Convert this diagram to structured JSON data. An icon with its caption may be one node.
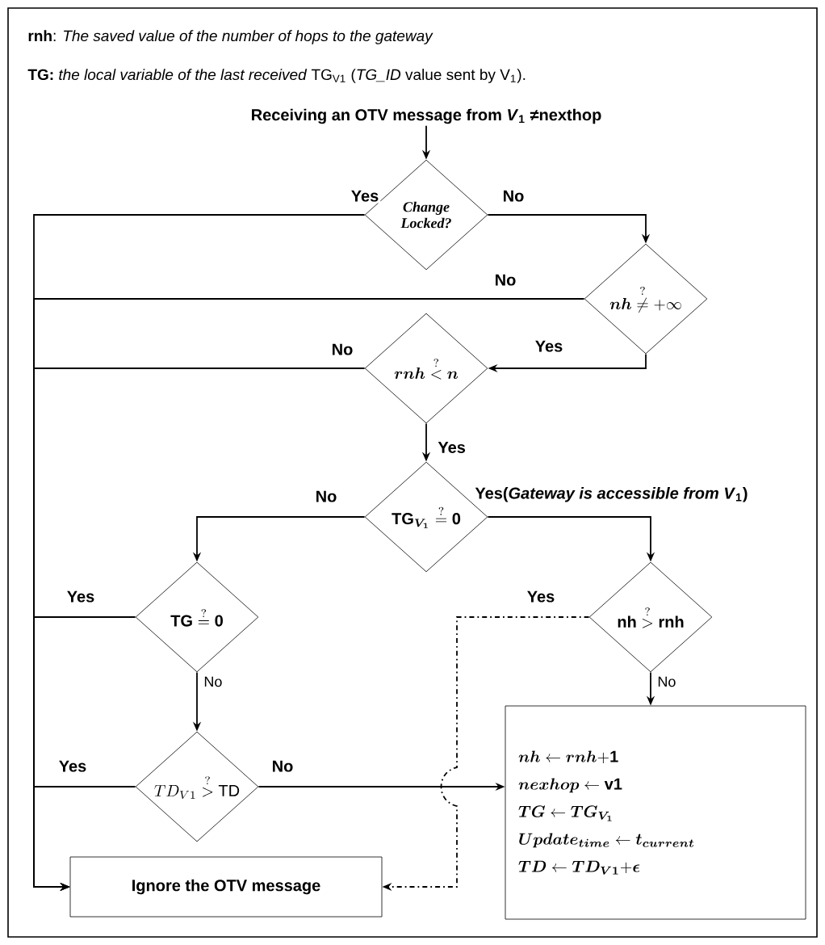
{
  "diagram": {
    "nodes": [
      {
        "text": [
          "Receiving an OTV message from *V*$_{1}$ ≠nexthop"
        ]
      },
      {
        "text": [
          "Change Locked?"
        ]
      },
      {
        "text": [
          "\\boldsymbol{nh}\\overset{?}{\\neq}+\\infty"
        ]
      },
      {
        "text": [
          "\\boldsymbol{rnh}\\overset{?}{<}\\boldsymbol{n}"
        ]
      },
      {
        "text": [
          "\\mathbf{TG}_{\\boldsymbol{V_1}}\\overset{?}{=}\\mathbf{0}"
        ]
      },
      {
        "text": [
          "\\mathbf{TG}\\overset{?}{=}\\mathbf{0}"
        ]
      },
      {
        "text": [
          "\\mathbf{nh}\\overset{?}{>}\\mathbf{rnh}"
        ]
      },
      {
        "text": [
          "TD_{V1}\\overset{?}{>}\\mathrm{TD}"
        ]
      },
      {
        "text": [
          "Ignore the OTV message"
        ]
      },
      {
        "text": [
          "\\boldsymbol{nh}\\leftarrow\\boldsymbol{rnh}\\mathbf{+1}",
          "\\boldsymbol{nexhop}\\leftarrow\\mathbf{v1}",
          "\\boldsymbol{TG}\\leftarrow\\boldsymbol{TG_{V_1}}",
          "\\boldsymbol{Update_{time}}\\leftarrow\\boldsymbol{t_{current}}",
          "\\boldsymbol{TD}\\leftarrow\\boldsymbol{TD_{V1}}\\mathbf{+}\\boldsymbol{\\epsilon}"
        ]
      }
    ],
    "edges": [
      {
        "from": 0,
        "to": 1,
        "arrow": "to"
      },
      {
        "from": 1,
        "to": 8,
        "arrow": "to",
        "label": "Yes"
      },
      {
        "from": 1,
        "to": 2,
        "arrow": "to",
        "label": "No"
      },
      {
        "from": 2,
        "to": 8,
        "arrow": "to",
        "label": "No"
      },
      {
        "from": 2,
        "to": 3,
        "arrow": "to",
        "label": "Yes"
      },
      {
        "from": 3,
        "to": 8,
        "arrow": "to",
        "label": "No"
      },
      {
        "from": 3,
        "to": 4,
        "arrow": "to",
        "label": "Yes"
      },
      {
        "from": 4,
        "to": 5,
        "arrow": "to",
        "label": "No"
      },
      {
        "from": 4,
        "to": 6,
        "arrow": "to",
        "label": "Yes(*Gateway is accessible from V*$_{1}$)"
      },
      {
        "from": 5,
        "to": 8,
        "arrow": "to",
        "label": "Yes"
      },
      {
        "from": 5,
        "to": 7,
        "arrow": "to",
        "label": "No"
      },
      {
        "from": 7,
        "to": 8,
        "arrow": "to",
        "label": "Yes"
      },
      {
        "from": 7,
        "to": 9,
        "arrow": "to",
        "label": "No"
      },
      {
        "from": 6,
        "to": 9,
        "arrow": "to",
        "label": "No"
      },
      {
        "from": 6,
        "to": 8,
        "arrow": "to",
        "label": "Yes",
        "style": "dashed"
      }
    ],
    "labels": [
      "**rnh**: *The saved value of the number of hops to the gateway*",
      "**TG:** *the local variable of the last received* TG$_{V1}$ (*TG_ID* value sent by V$_{1}$)."
    ]
  }
}
